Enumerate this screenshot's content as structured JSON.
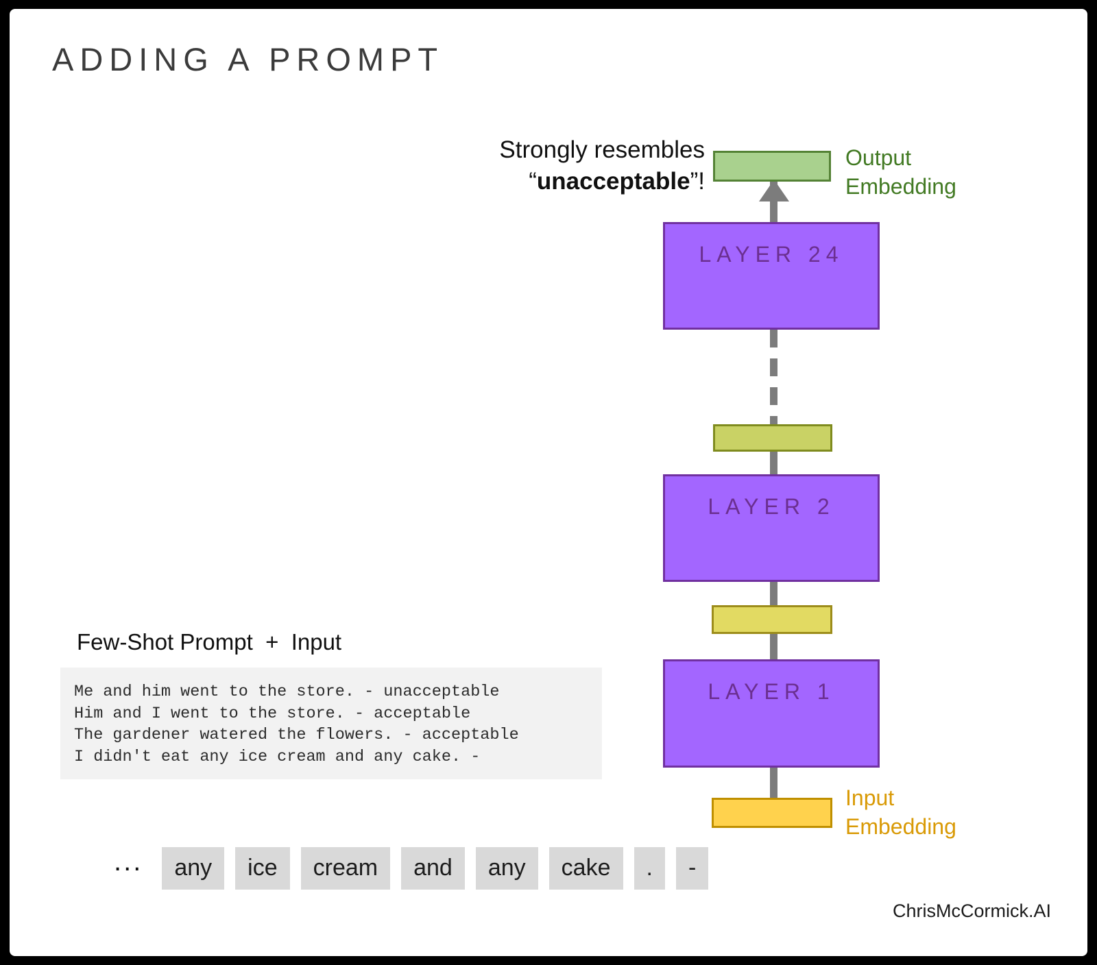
{
  "slide": {
    "title": "ADDING A PROMPT",
    "watermark": "ChrisMcCormick.AI",
    "background": "#ffffff",
    "frame_color": "#000000"
  },
  "annotation": {
    "line1": "Strongly resembles",
    "quote_open": "“",
    "emphasis": "unacceptable",
    "quote_close": "”",
    "exclaim": "!"
  },
  "model_stack": {
    "output_embedding": {
      "label": "Output\nEmbedding",
      "label_line1": "Output",
      "label_line2": "Embedding",
      "fill": "#A9D18E",
      "stroke": "#548235",
      "text_color": "#427A23"
    },
    "layers": [
      {
        "label": "LAYER 24",
        "fill": "#A366FF",
        "stroke": "#7030A0",
        "text_color": "#6b2f90"
      },
      {
        "label": "LAYER 2",
        "fill": "#A366FF",
        "stroke": "#7030A0",
        "text_color": "#6b2f90"
      },
      {
        "label": "LAYER 1",
        "fill": "#A366FF",
        "stroke": "#7030A0",
        "text_color": "#6b2f90"
      }
    ],
    "hidden_embeddings": [
      {
        "fill": "#C9D265",
        "stroke": "#7F8B1E"
      },
      {
        "fill": "#E2DA62",
        "stroke": "#9C8C1B"
      }
    ],
    "input_embedding": {
      "label_line1": "Input",
      "label_line2": "Embedding",
      "fill": "#FFD24D",
      "stroke": "#BF8F00",
      "text_color": "#D99A06"
    },
    "connector_color": "#7C7C7C",
    "skip_style": "dashed"
  },
  "prompt": {
    "heading": "Few-Shot Prompt  +  Input",
    "box_background": "#F2F2F2",
    "lines": [
      "Me and him went to the store. - unacceptable",
      "Him and I went to the store. - acceptable",
      "The gardener watered the flowers. - acceptable",
      "I didn't eat any ice cream and any cake. -"
    ],
    "text": "Me and him went to the store. - unacceptable\nHim and I went to the store. - acceptable\nThe gardener watered the flowers. - acceptable\nI didn't eat any ice cream and any cake. -"
  },
  "tokens": {
    "ellipsis": "...",
    "chip_background": "#D9D9D9",
    "items": [
      "any",
      "ice",
      "cream",
      "and",
      "any",
      "cake",
      ".",
      "-"
    ]
  }
}
